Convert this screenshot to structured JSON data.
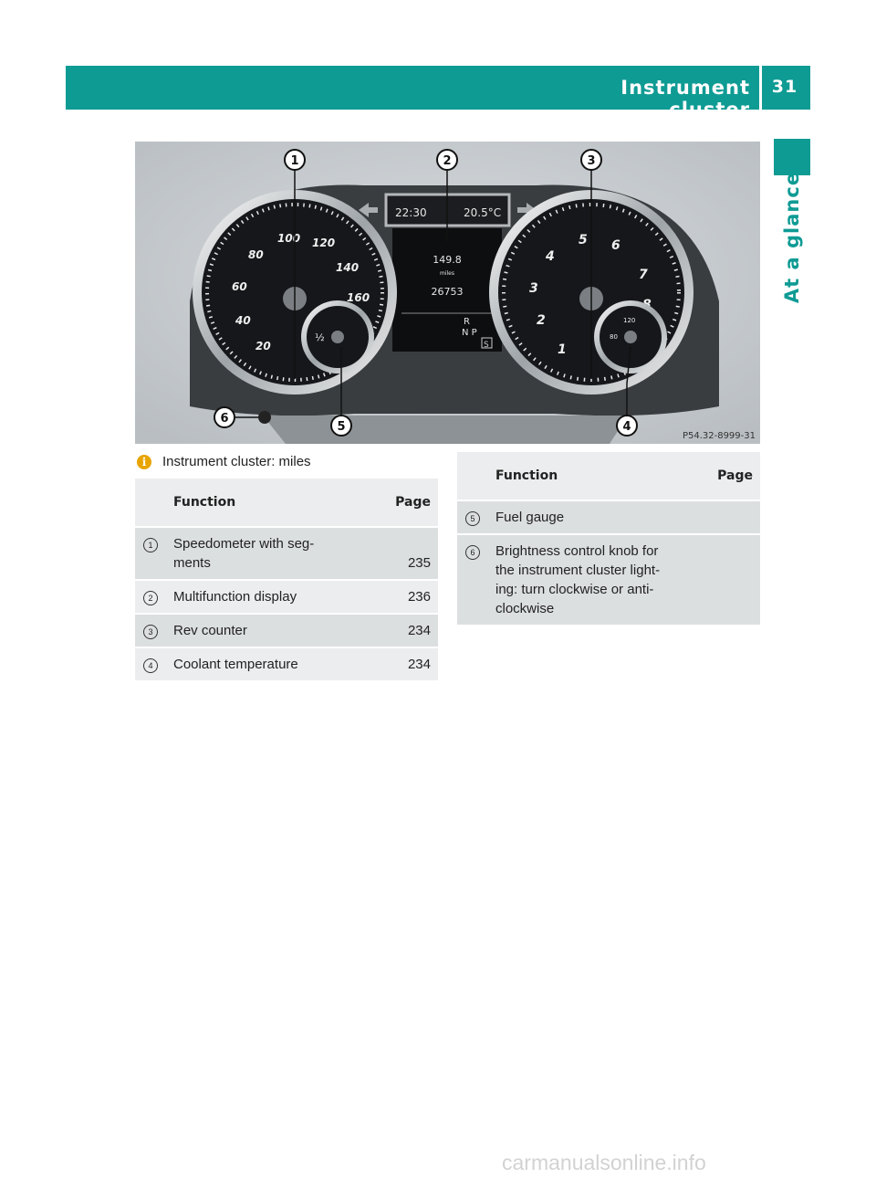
{
  "header": {
    "title": "Instrument cluster",
    "page": "31"
  },
  "sidebar": {
    "label": "At a glance"
  },
  "figure": {
    "code": "P54.32-8999-31",
    "callouts": [
      "1",
      "2",
      "3",
      "4",
      "5",
      "6"
    ],
    "display": {
      "time": "22:30",
      "temp": "20.5°C",
      "trip": "149.8",
      "unit": "miles",
      "odometer": "26753",
      "gear_r": "R",
      "gear_np": "N P",
      "gear_s": "S"
    },
    "speedo_labels": [
      "20",
      "40",
      "60",
      "80",
      "100",
      "120",
      "140",
      "160"
    ],
    "rev_labels": [
      "1",
      "2",
      "3",
      "4",
      "5",
      "6",
      "7",
      "8"
    ],
    "fuel_half": "½",
    "coolant_labels": [
      "120",
      "80"
    ]
  },
  "info": {
    "text": "Instrument cluster: miles"
  },
  "table_left": {
    "headers": {
      "function": "Function",
      "page": "Page"
    },
    "rows": [
      {
        "num": "1",
        "function": "Speedometer with seg-\nments",
        "page": "235"
      },
      {
        "num": "2",
        "function": "Multifunction display",
        "page": "236"
      },
      {
        "num": "3",
        "function": "Rev counter",
        "page": "234"
      },
      {
        "num": "4",
        "function": "Coolant temperature",
        "page": "234"
      }
    ]
  },
  "table_right": {
    "headers": {
      "function": "Function",
      "page": "Page"
    },
    "rows": [
      {
        "num": "5",
        "function": "Fuel gauge",
        "page": ""
      },
      {
        "num": "6",
        "function": "Brightness control knob for\nthe instrument cluster light-\ning: turn clockwise or anti-\nclockwise",
        "page": ""
      }
    ]
  },
  "watermark": "carmanualsonline.info"
}
